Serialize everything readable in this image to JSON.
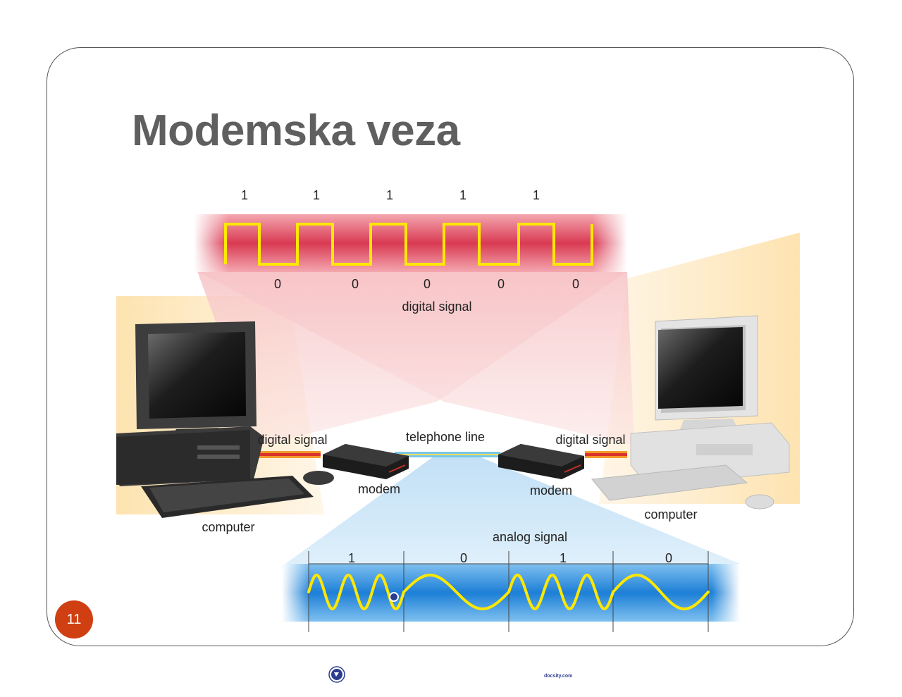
{
  "slide": {
    "title": "Modemska veza",
    "number": "11"
  },
  "diagram": {
    "top_bits": [
      "1",
      "1",
      "1",
      "1",
      "1"
    ],
    "bottom_bits": [
      "0",
      "0",
      "0",
      "0",
      "0"
    ],
    "digital_signal_label": "digital signal",
    "left_digital_label": "digital signal",
    "right_digital_label": "digital signal",
    "telephone_line_label": "telephone line",
    "left_modem_label": "modem",
    "right_modem_label": "modem",
    "left_computer_label": "computer",
    "right_computer_label": "computer",
    "analog_signal_label": "analog signal",
    "analog_bits": [
      "1",
      "0",
      "1",
      "0"
    ]
  },
  "footer": {
    "site": "docsity.com"
  },
  "colors": {
    "title": "#5f5f5f",
    "badge": "#cf3f12",
    "digital_band": "#d93a52",
    "wave": "#ffe800",
    "analog_band": "#1d7fd6",
    "footer_text": "#2b3d8f"
  }
}
